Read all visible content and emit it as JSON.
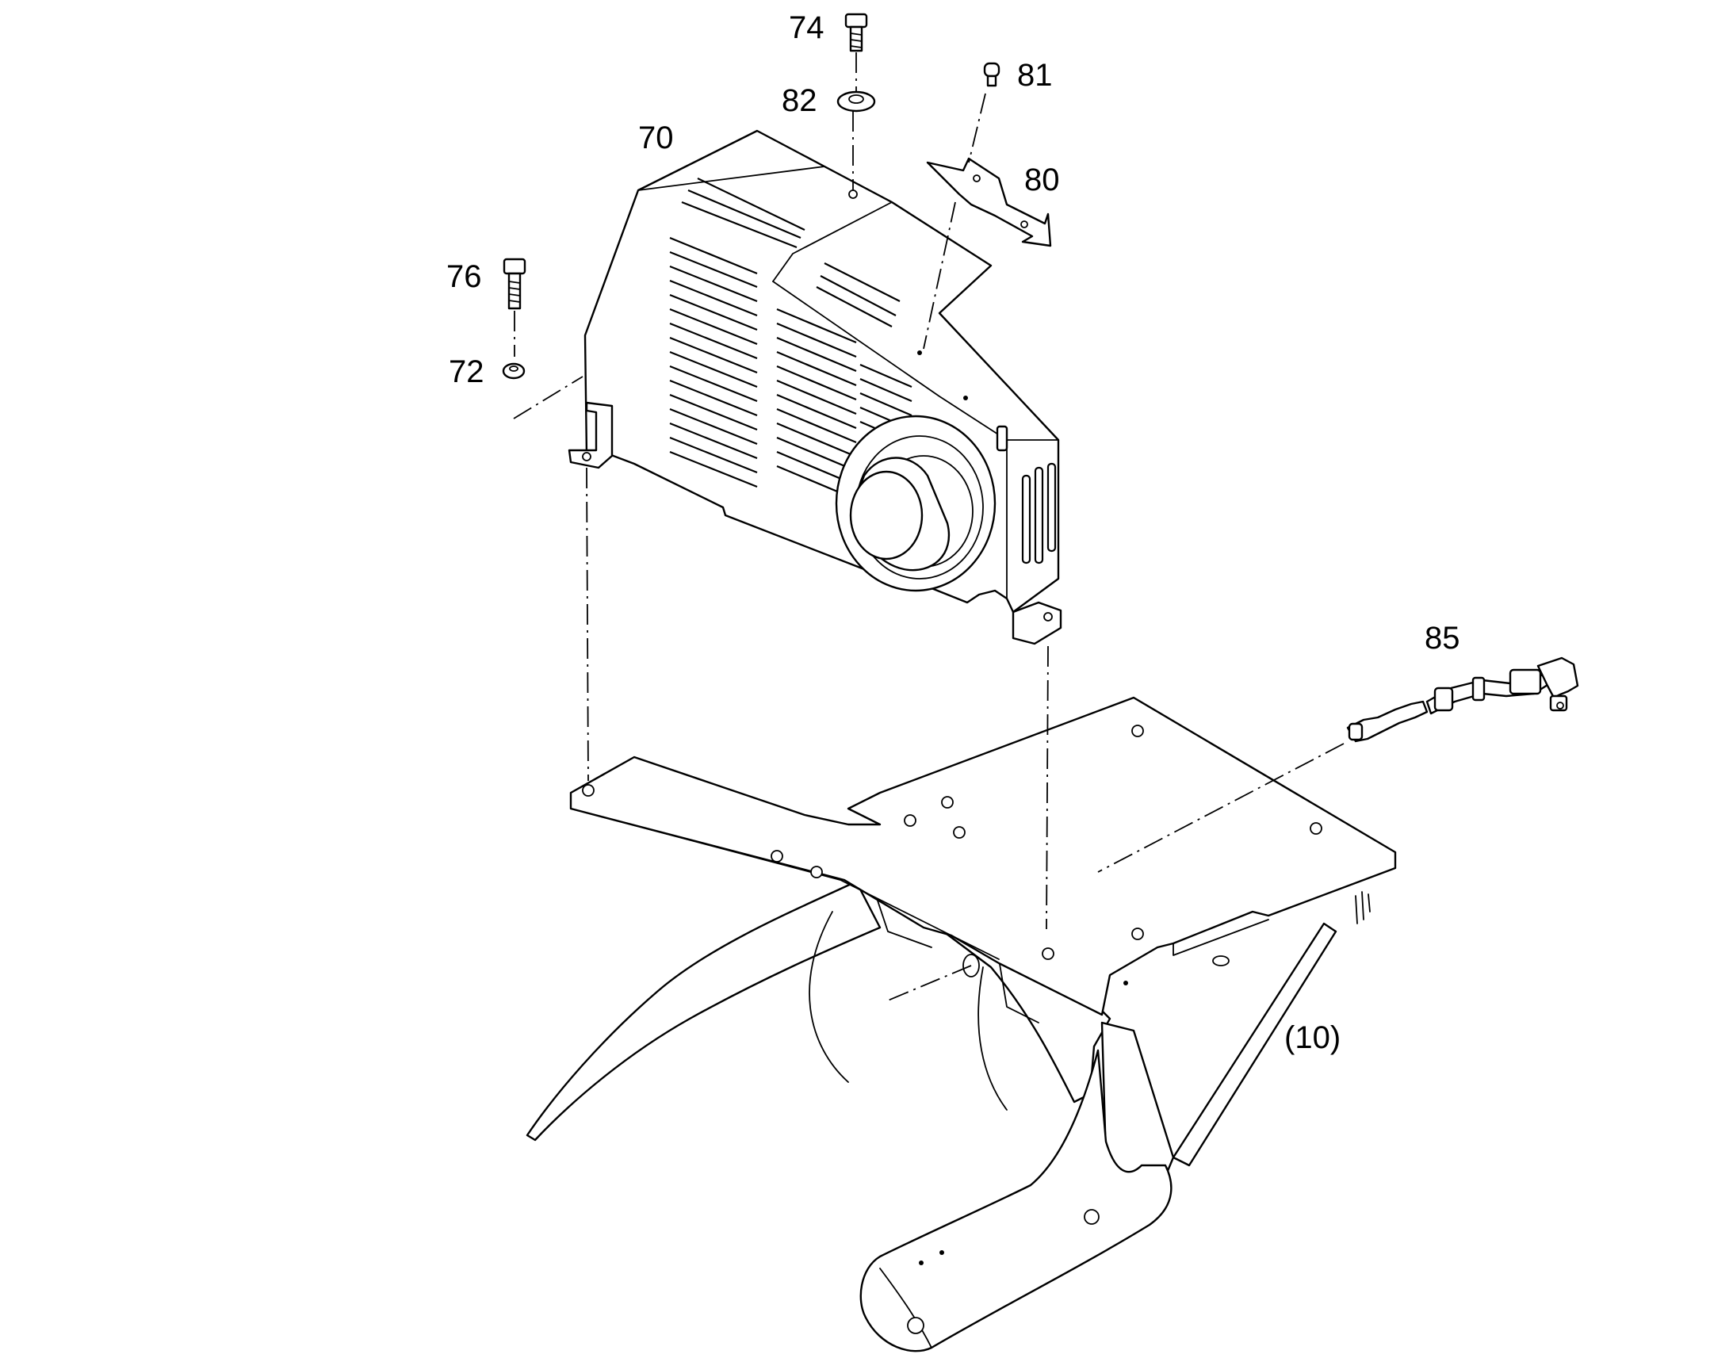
{
  "callouts": {
    "c74": "74",
    "c82": "82",
    "c81": "81",
    "c70": "70",
    "c80": "80",
    "c76": "76",
    "c72": "72",
    "c85": "85",
    "c10": "(10)"
  },
  "colors": {
    "line": "#000000",
    "background": "#ffffff"
  }
}
